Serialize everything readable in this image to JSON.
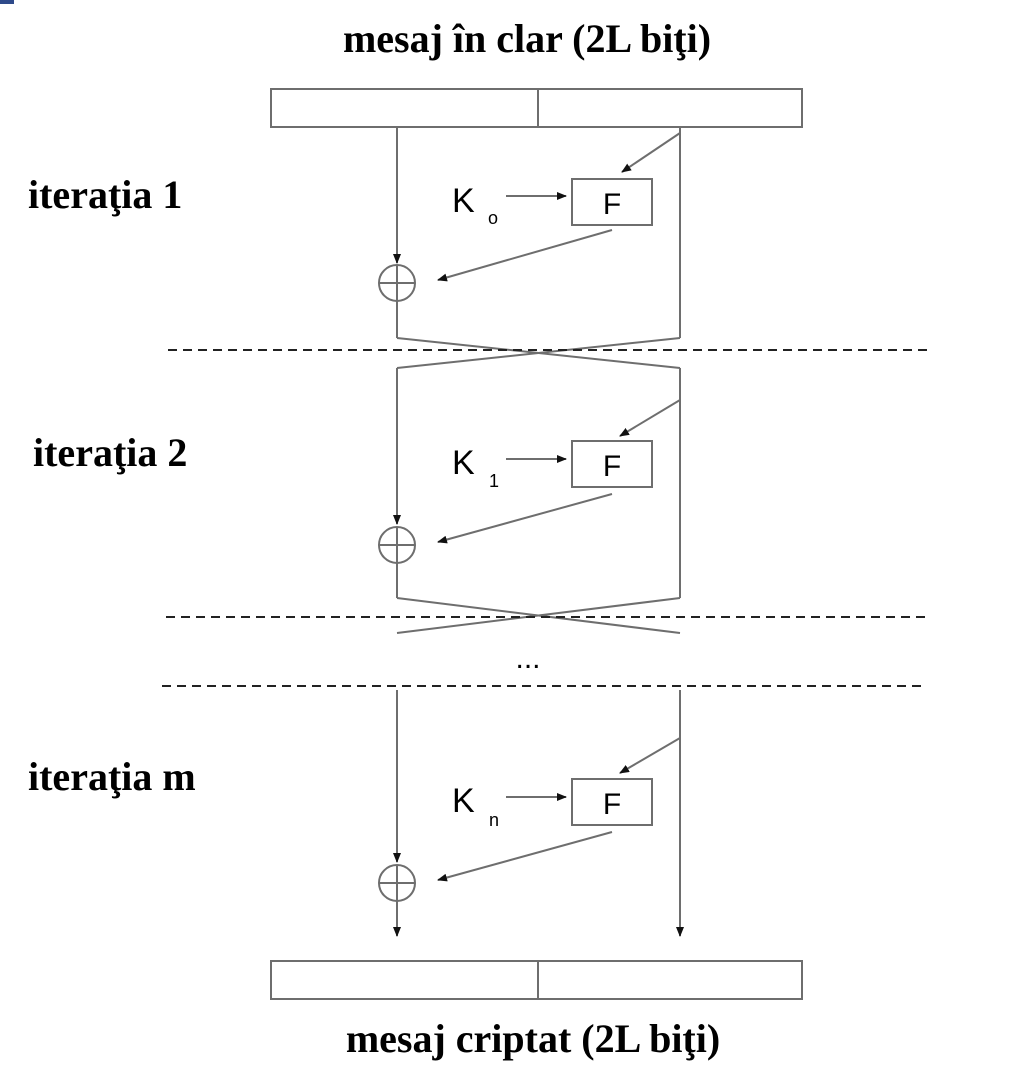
{
  "title_top": "mesaj în clar (2L biţi)",
  "title_bottom": "mesaj criptat (2L biţi)",
  "rounds": [
    {
      "label": "iteraţia 1",
      "key_letter": "K",
      "key_sub": "o",
      "function": "F"
    },
    {
      "label": "iteraţia 2",
      "key_letter": "K",
      "key_sub": "1",
      "function": "F"
    },
    {
      "label": "iteraţia m",
      "key_letter": "K",
      "key_sub": "n",
      "function": "F"
    }
  ],
  "ellipsis": "...",
  "colors": {
    "line": "#6e6e6e",
    "dash": "#222222",
    "corner_mark": "#2e4a8a"
  }
}
